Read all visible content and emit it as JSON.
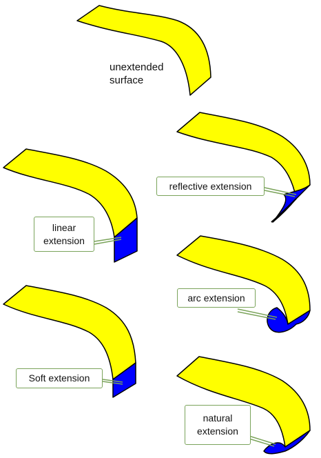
{
  "colors": {
    "surface_fill": "#ffff00",
    "extension_fill": "#0000ff",
    "outline": "#000000",
    "callout_border": "#7aa35a",
    "leader": "#7aa35a"
  },
  "labels": {
    "unextended": [
      "unextended",
      "surface"
    ],
    "reflective": "reflective extension",
    "linear": [
      "linear",
      "extension"
    ],
    "arc": "arc extension",
    "soft": "Soft extension",
    "natural": [
      "natural",
      "extension"
    ]
  }
}
